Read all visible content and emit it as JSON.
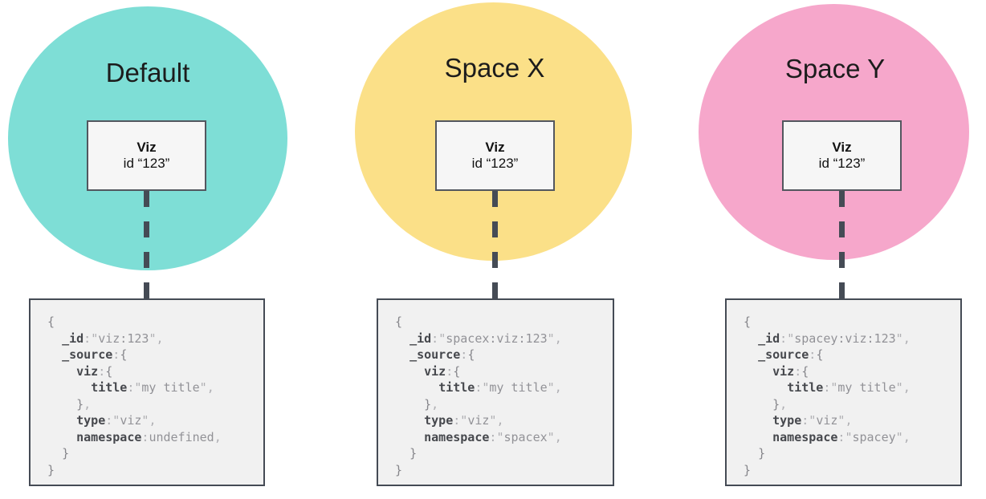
{
  "colors": {
    "connector": "#454B55",
    "box_border": "#454B55",
    "node_border": "#53575F",
    "node_bg": "#F6F6F6",
    "code_bg": "#F1F1F1",
    "code_key": "#46484D",
    "code_brace": "#85858A",
    "code_value": "#929297",
    "code_punct": "#AFAFB3"
  },
  "panels": [
    {
      "space_label": "Default",
      "circle_color": "#7EDED6",
      "node": {
        "title": "Viz",
        "id_line": "id “123”"
      },
      "code": [
        [
          [
            "{",
            "b"
          ]
        ],
        [
          [
            "  ",
            "w"
          ],
          [
            "_id",
            "k"
          ],
          [
            ":",
            "c"
          ],
          [
            "\"",
            "c"
          ],
          [
            "viz:123",
            "v"
          ],
          [
            "\"",
            "c"
          ],
          [
            ",",
            "c"
          ]
        ],
        [
          [
            "  ",
            "w"
          ],
          [
            "_source",
            "k"
          ],
          [
            ":",
            "c"
          ],
          [
            "{",
            "b"
          ]
        ],
        [
          [
            "    ",
            "w"
          ],
          [
            "viz",
            "k"
          ],
          [
            ":",
            "c"
          ],
          [
            "{",
            "b"
          ]
        ],
        [
          [
            "      ",
            "w"
          ],
          [
            "title",
            "k"
          ],
          [
            ":",
            "c"
          ],
          [
            "\"",
            "c"
          ],
          [
            "my title",
            "v"
          ],
          [
            "\"",
            "c"
          ],
          [
            ",",
            "c"
          ]
        ],
        [
          [
            "    ",
            "w"
          ],
          [
            "}",
            "b"
          ],
          [
            ",",
            "c"
          ]
        ],
        [
          [
            "    ",
            "w"
          ],
          [
            "type",
            "k"
          ],
          [
            ":",
            "c"
          ],
          [
            "\"",
            "c"
          ],
          [
            "viz",
            "v"
          ],
          [
            "\"",
            "c"
          ],
          [
            ",",
            "c"
          ]
        ],
        [
          [
            "    ",
            "w"
          ],
          [
            "namespace",
            "k"
          ],
          [
            ":",
            "c"
          ],
          [
            "undefined",
            "v"
          ],
          [
            ",",
            "c"
          ]
        ],
        [
          [
            "  ",
            "w"
          ],
          [
            "}",
            "b"
          ]
        ],
        [
          [
            "}",
            "b"
          ]
        ]
      ]
    },
    {
      "space_label": "Space X",
      "circle_color": "#FBE088",
      "node": {
        "title": "Viz",
        "id_line": "id “123”"
      },
      "code": [
        [
          [
            "{",
            "b"
          ]
        ],
        [
          [
            "  ",
            "w"
          ],
          [
            "_id",
            "k"
          ],
          [
            ":",
            "c"
          ],
          [
            "\"",
            "c"
          ],
          [
            "spacex:viz:123",
            "v"
          ],
          [
            "\"",
            "c"
          ],
          [
            ",",
            "c"
          ]
        ],
        [
          [
            "  ",
            "w"
          ],
          [
            "_source",
            "k"
          ],
          [
            ":",
            "c"
          ],
          [
            "{",
            "b"
          ]
        ],
        [
          [
            "    ",
            "w"
          ],
          [
            "viz",
            "k"
          ],
          [
            ":",
            "c"
          ],
          [
            "{",
            "b"
          ]
        ],
        [
          [
            "      ",
            "w"
          ],
          [
            "title",
            "k"
          ],
          [
            ":",
            "c"
          ],
          [
            "\"",
            "c"
          ],
          [
            "my title",
            "v"
          ],
          [
            "\"",
            "c"
          ],
          [
            ",",
            "c"
          ]
        ],
        [
          [
            "    ",
            "w"
          ],
          [
            "}",
            "b"
          ],
          [
            ",",
            "c"
          ]
        ],
        [
          [
            "    ",
            "w"
          ],
          [
            "type",
            "k"
          ],
          [
            ":",
            "c"
          ],
          [
            "\"",
            "c"
          ],
          [
            "viz",
            "v"
          ],
          [
            "\"",
            "c"
          ],
          [
            ",",
            "c"
          ]
        ],
        [
          [
            "    ",
            "w"
          ],
          [
            "namespace",
            "k"
          ],
          [
            ":",
            "c"
          ],
          [
            "\"",
            "c"
          ],
          [
            "spacex",
            "v"
          ],
          [
            "\"",
            "c"
          ],
          [
            ",",
            "c"
          ]
        ],
        [
          [
            "  ",
            "w"
          ],
          [
            "}",
            "b"
          ]
        ],
        [
          [
            "}",
            "b"
          ]
        ]
      ]
    },
    {
      "space_label": "Space Y",
      "circle_color": "#F6A7CB",
      "node": {
        "title": "Viz",
        "id_line": "id “123”"
      },
      "code": [
        [
          [
            "{",
            "b"
          ]
        ],
        [
          [
            "  ",
            "w"
          ],
          [
            "_id",
            "k"
          ],
          [
            ":",
            "c"
          ],
          [
            "\"",
            "c"
          ],
          [
            "spacey:viz:123",
            "v"
          ],
          [
            "\"",
            "c"
          ],
          [
            ",",
            "c"
          ]
        ],
        [
          [
            "  ",
            "w"
          ],
          [
            "_source",
            "k"
          ],
          [
            ":",
            "c"
          ],
          [
            "{",
            "b"
          ]
        ],
        [
          [
            "    ",
            "w"
          ],
          [
            "viz",
            "k"
          ],
          [
            ":",
            "c"
          ],
          [
            "{",
            "b"
          ]
        ],
        [
          [
            "      ",
            "w"
          ],
          [
            "title",
            "k"
          ],
          [
            ":",
            "c"
          ],
          [
            "\"",
            "c"
          ],
          [
            "my title",
            "v"
          ],
          [
            "\"",
            "c"
          ],
          [
            ",",
            "c"
          ]
        ],
        [
          [
            "    ",
            "w"
          ],
          [
            "}",
            "b"
          ],
          [
            ",",
            "c"
          ]
        ],
        [
          [
            "    ",
            "w"
          ],
          [
            "type",
            "k"
          ],
          [
            ":",
            "c"
          ],
          [
            "\"",
            "c"
          ],
          [
            "viz",
            "v"
          ],
          [
            "\"",
            "c"
          ],
          [
            ",",
            "c"
          ]
        ],
        [
          [
            "    ",
            "w"
          ],
          [
            "namespace",
            "k"
          ],
          [
            ":",
            "c"
          ],
          [
            "\"",
            "c"
          ],
          [
            "spacey",
            "v"
          ],
          [
            "\"",
            "c"
          ],
          [
            ",",
            "c"
          ]
        ],
        [
          [
            "  ",
            "w"
          ],
          [
            "}",
            "b"
          ]
        ],
        [
          [
            "}",
            "b"
          ]
        ]
      ]
    }
  ]
}
